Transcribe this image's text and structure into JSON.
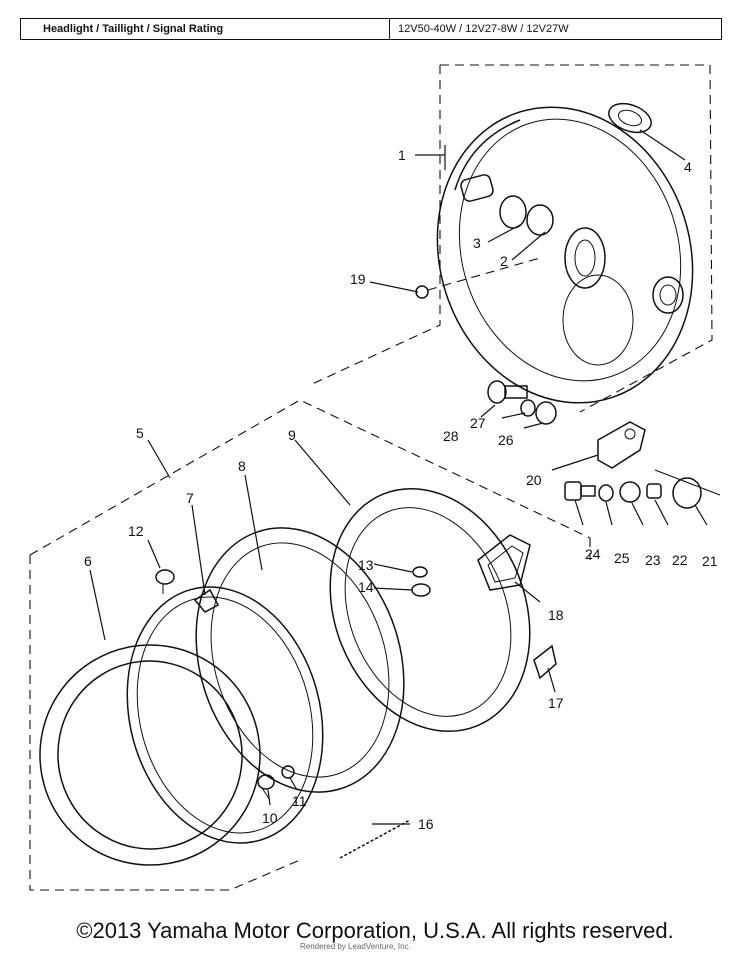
{
  "header": {
    "label": "Headlight / Taillight / Signal Rating",
    "value": "12V50-40W / 12V27-8W / 12V27W"
  },
  "callouts": [
    "1",
    "2",
    "3",
    "4",
    "5",
    "6",
    "7",
    "8",
    "9",
    "10",
    "11",
    "12",
    "13",
    "14",
    "16",
    "17",
    "18",
    "19",
    "20",
    "21",
    "22",
    "23",
    "24",
    "25",
    "26",
    "27",
    "28"
  ],
  "footer": {
    "copyright": "©2013 Yamaha Motor Corporation, U.S.A. All rights reserved.",
    "watermark": "Rendered by LeadVenture, Inc."
  }
}
